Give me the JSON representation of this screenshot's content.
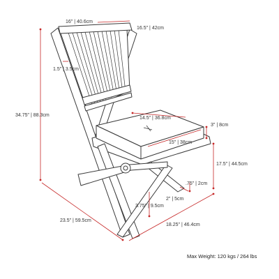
{
  "diagram": {
    "accent_color": "#c62828",
    "line_color": "#3a3a3a",
    "labels": {
      "top_width": "16\" | 40.6cm",
      "top_depth": "16.5\" | 42cm",
      "slat": "1.5\" | 3.5cm",
      "overall_height": "34.75\" | 88.3cm",
      "seat_width": "14.5\" | 36.8cm",
      "cushion_thickness": "3\" | 8cm",
      "seat_depth": "15\" | 38cm",
      "seat_height": "17.5\" | 44.5cm",
      "foot_height": ".75\" | 2cm",
      "foot_width": "2\" | 5cm",
      "clearance": "3.75\" | 9.5cm",
      "overall_depth": "23.5\" | 59.5cm",
      "overall_width": "18.25\" | 46.4cm"
    },
    "max_weight": "Max Weight: 120 kgs / 264 lbs"
  }
}
